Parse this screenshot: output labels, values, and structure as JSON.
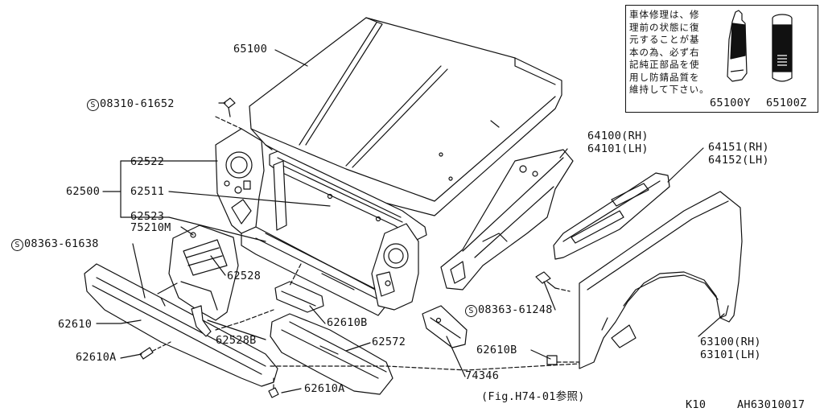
{
  "note": {
    "lines": [
      "車体修理は、修",
      "理前の状態に復",
      "元することが基",
      "本の為、必ず右",
      "記純正部品を使",
      "用し防錆品質を",
      "維持して下さい。"
    ],
    "items": [
      {
        "code": "65100Y",
        "icon": "sealant-tube-icon"
      },
      {
        "code": "65100Z",
        "icon": "spray-can-icon"
      }
    ]
  },
  "parts": {
    "hood": "65100",
    "bolt_hood": "08310-61652",
    "support_upper": "62522",
    "support_assembly": "62500",
    "support_center": "62511",
    "support_lower": "62523",
    "support_sub": "75210M",
    "bolt_left": "08363-61638",
    "bracket": "62528",
    "bumper_reinforce": "62610",
    "bumper_clip": "62610A",
    "bracket_b": "62528B",
    "clip_b": "62610B",
    "splash_shield": "62572",
    "clip_a": "62610A",
    "splash_guard": "74346",
    "splash_guard_ref": "(Fig.H74-01参照)",
    "hoodledge_rh": "64100(RH)",
    "hoodledge_lh": "64101(LH)",
    "fender_rail_rh": "64151(RH)",
    "fender_rail_lh": "64152(LH)",
    "bolt_fender": "08363-61248",
    "clip_b2": "62610B",
    "fender_rh": "63100(RH)",
    "fender_lh": "63101(LH)"
  },
  "footer": {
    "model": "K10",
    "figure": "AH63010017"
  }
}
